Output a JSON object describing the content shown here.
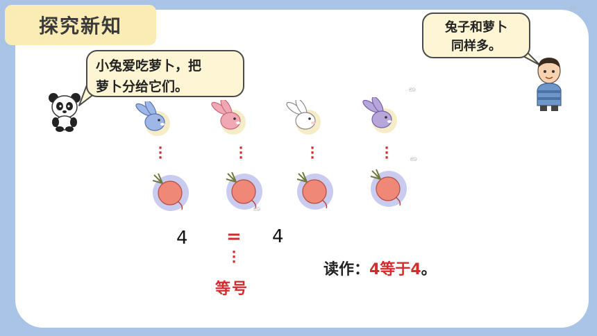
{
  "tag": {
    "title": "探究新知"
  },
  "bubbles": {
    "left_line1": "小兔爱吃萝卜，把",
    "left_line2": "萝卜分给它们。",
    "right_line1": "兔子和萝卜",
    "right_line2": "同样多。"
  },
  "comparison": {
    "left_value": "4",
    "symbol": "=",
    "right_value": "4",
    "symbol_name": "等号"
  },
  "reading": {
    "prefix": "读作：",
    "expression": "4等于4",
    "suffix": "。"
  },
  "colors": {
    "background": "#a9c4e6",
    "board": "#ffffff",
    "tag": "#fbecb5",
    "bubble": "#fdf5d3",
    "accent_red": "#d62b2b"
  },
  "icons": {
    "rabbits": [
      "rabbit-blue-icon",
      "rabbit-pink-icon",
      "rabbit-white-icon",
      "rabbit-purple-icon"
    ],
    "radishes": [
      "radish-icon",
      "radish-icon",
      "radish-icon",
      "radish-icon"
    ],
    "characters": [
      "panda-icon",
      "boy-icon"
    ]
  }
}
